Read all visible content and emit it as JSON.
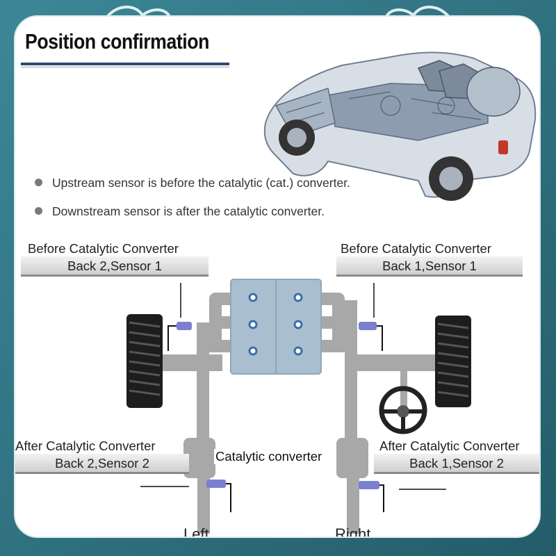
{
  "title": "Position confirmation",
  "bullets": [
    "Upstream sensor is before the catalytic (cat.) converter.",
    "Downstream sensor is after the catalytic converter."
  ],
  "labels": {
    "top_left": {
      "heading": "Before Catalytic Converter",
      "bar": "Back 2,Sensor 1"
    },
    "top_right": {
      "heading": "Before Catalytic Converter",
      "bar": "Back 1,Sensor 1"
    },
    "bottom_left": {
      "heading": "After Catalytic Converter",
      "bar": "Back 2,Sensor 2"
    },
    "bottom_right": {
      "heading": "After Catalytic Converter",
      "bar": "Back 1,Sensor 2"
    }
  },
  "catalytic_label": "Catalytic converter",
  "side_left": "Left",
  "side_right": "Right",
  "colors": {
    "frame": "#2d6d7c",
    "engine": "#a9bfd0",
    "pipe": "#a8a8a8",
    "sensor": "#7b7fd0"
  }
}
